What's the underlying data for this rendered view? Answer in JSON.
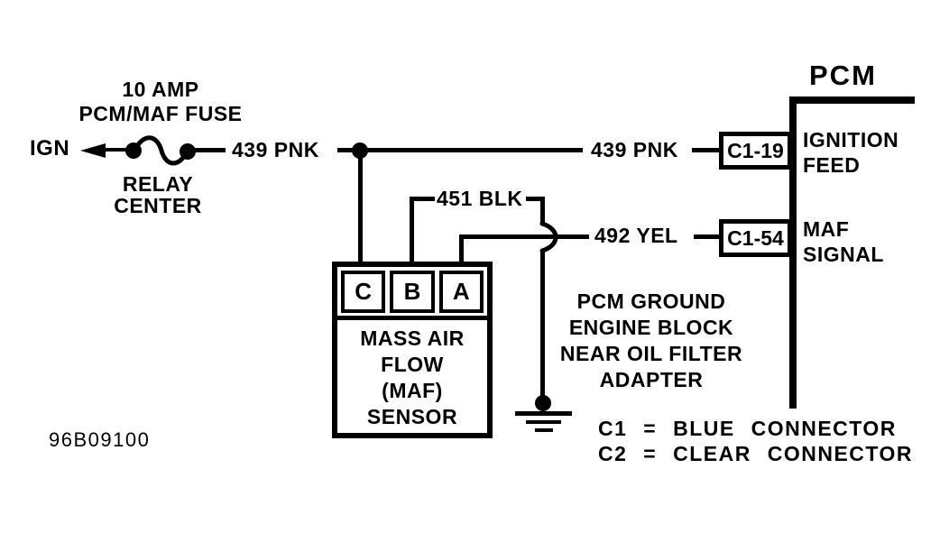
{
  "diagram_id": "96B09100",
  "ign_label": "IGN",
  "fuse": {
    "rating": "10 AMP",
    "name": "PCM/MAF FUSE",
    "location_line1": "RELAY",
    "location_line2": "CENTER"
  },
  "wires": {
    "pnk_left": "439 PNK",
    "pnk_right": "439 PNK",
    "blk": "451 BLK",
    "yel": "492 YEL"
  },
  "pcm": {
    "title": "PCM",
    "pins": [
      {
        "connector": "C1-19",
        "function_line1": "IGNITION",
        "function_line2": "FEED"
      },
      {
        "connector": "C1-54",
        "function_line1": "MAF",
        "function_line2": "SIGNAL"
      }
    ]
  },
  "maf_sensor": {
    "terminals": [
      "C",
      "B",
      "A"
    ],
    "name_line1": "MASS AIR",
    "name_line2": "FLOW",
    "name_line3": "(MAF)",
    "name_line4": "SENSOR"
  },
  "ground_note": {
    "line1": "PCM GROUND",
    "line2": "ENGINE BLOCK",
    "line3": "NEAR OIL FILTER",
    "line4": "ADAPTER"
  },
  "legend": {
    "line1": "C1 = BLUE CONNECTOR",
    "line2": "C2 = CLEAR CONNECTOR"
  },
  "colors": {
    "ink": "#000000",
    "background": "#ffffff"
  }
}
